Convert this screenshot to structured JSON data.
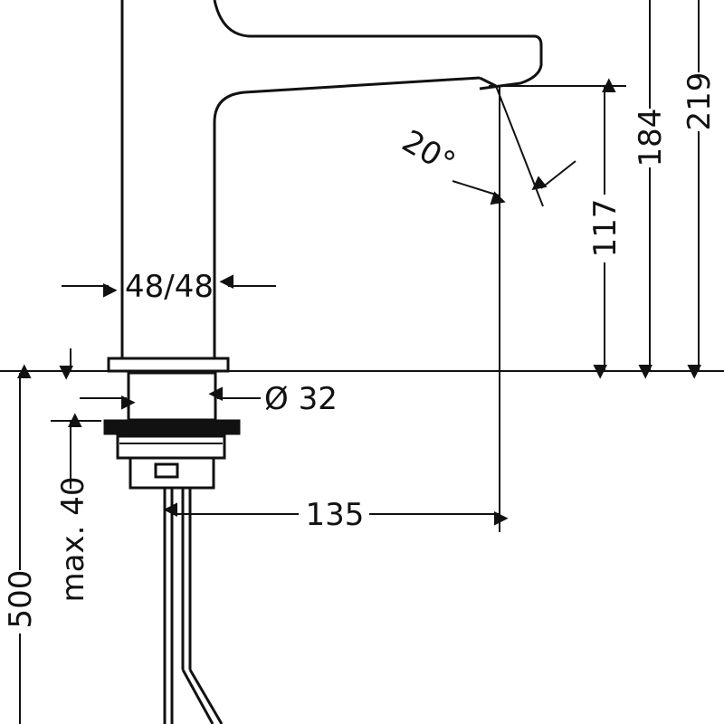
{
  "drawing": {
    "dimensions": {
      "spout_width": "48/48",
      "drain_diameter": "Ø 32",
      "projection": "135",
      "angle": "20°",
      "spout_height": "117",
      "total_height_1": "184",
      "total_height_2": "219",
      "max_thickness": "max. 40",
      "supply_length": "500"
    },
    "line_color": "#111111"
  }
}
